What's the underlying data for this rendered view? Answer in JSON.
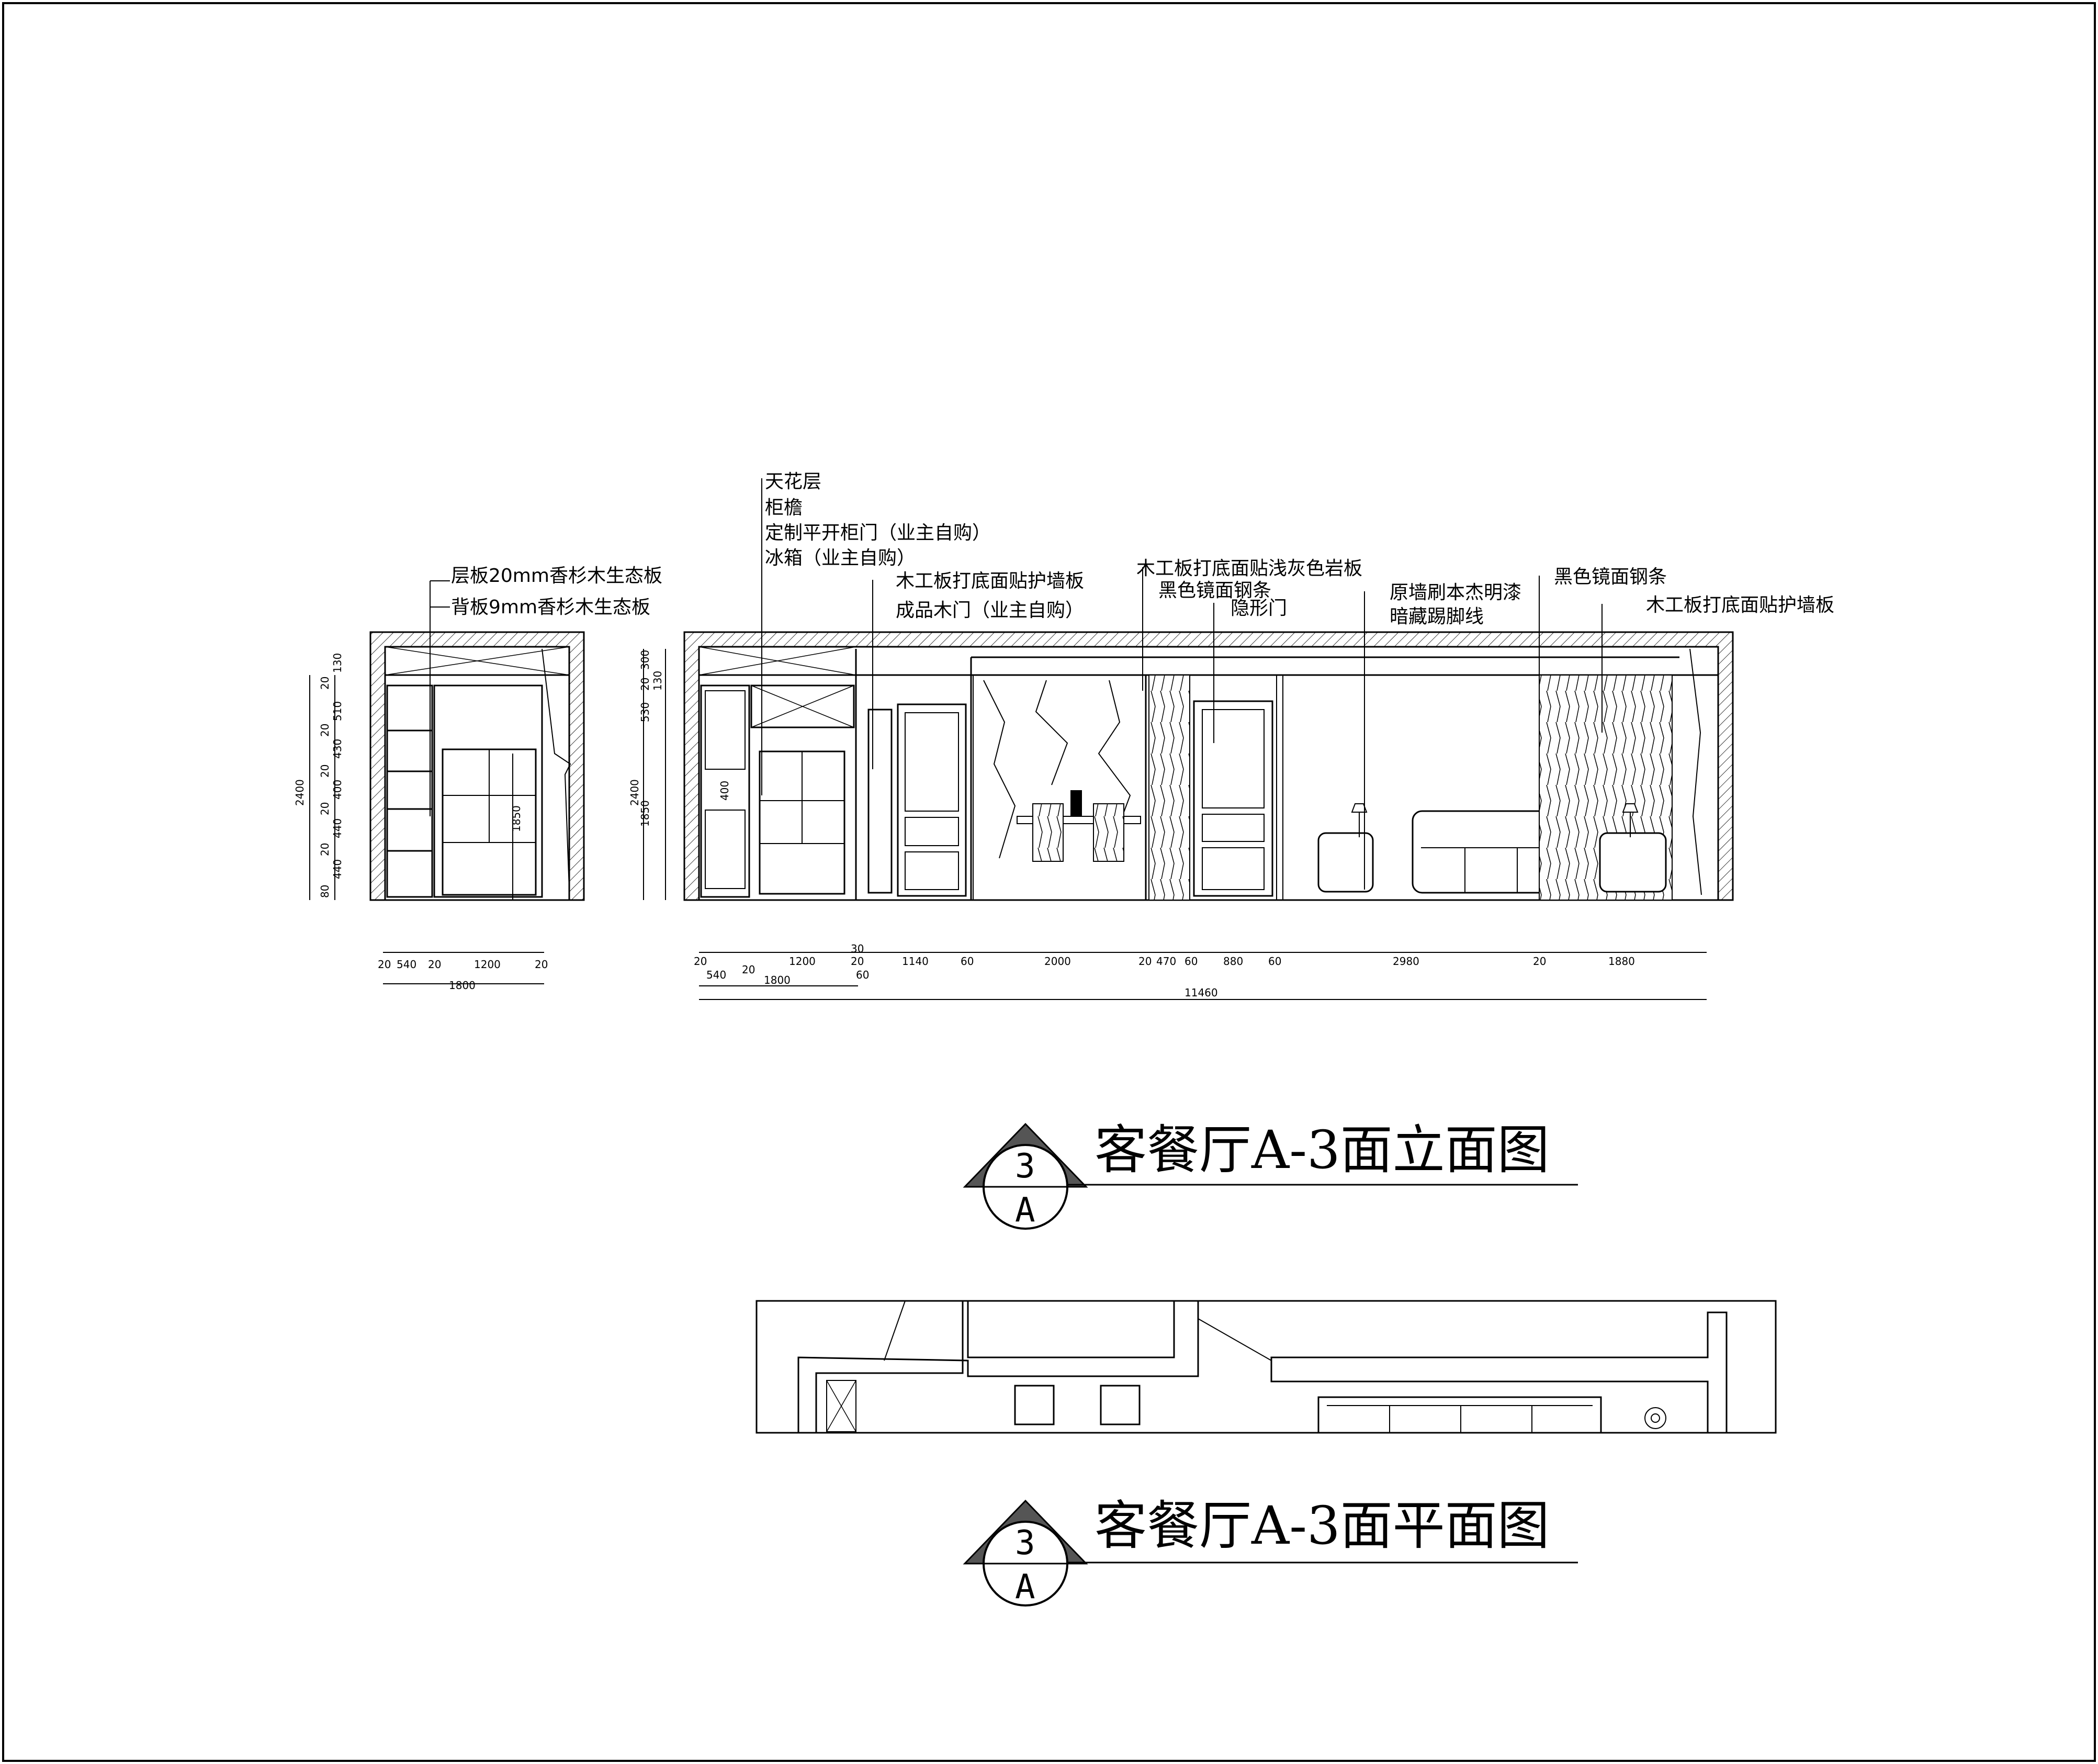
{
  "colors": {
    "ink": "#000000",
    "paper": "#ffffff",
    "marker_fill": "#555555"
  },
  "elevation": {
    "title": "客餐厅A-3面立面图",
    "marker": {
      "number": "3",
      "sheet": "A"
    },
    "left_labels": [
      "层板20mm香杉木生态板",
      "背板9mm香杉木生态板"
    ],
    "labels": [
      "天花层",
      "柜檐",
      "定制平开柜门（业主自购）",
      "冰箱（业主自购）",
      "木工板打底面贴护墙板",
      "成品木门（业主自购）",
      "木工板打底面贴浅灰色岩板",
      "黑色镜面钢条",
      "隐形门",
      "原墙刷本杰明漆",
      "暗藏踢脚线",
      "黑色镜面钢条",
      "木工板打底面贴护墙板"
    ],
    "left_vertical_dims": [
      "2400",
      "20",
      "510",
      "20",
      "430",
      "20",
      "400",
      "20",
      "440",
      "20",
      "440",
      "80",
      "130",
      "1850"
    ],
    "main_vertical_dims": [
      "2400",
      "300",
      "20",
      "530",
      "130",
      "1850",
      "400"
    ],
    "left_bottom_dims": [
      "20",
      "540",
      "20",
      "1200",
      "20",
      "1800"
    ],
    "main_bottom_dims": [
      "20",
      "540",
      "20",
      "1200",
      "30",
      "20",
      "1140",
      "60",
      "2000",
      "20",
      "470",
      "60",
      "880",
      "60",
      "2980",
      "20",
      "1880",
      "1800",
      "60",
      "11460"
    ]
  },
  "plan": {
    "title": "客餐厅A-3面平面图",
    "marker": {
      "number": "3",
      "sheet": "A"
    }
  }
}
